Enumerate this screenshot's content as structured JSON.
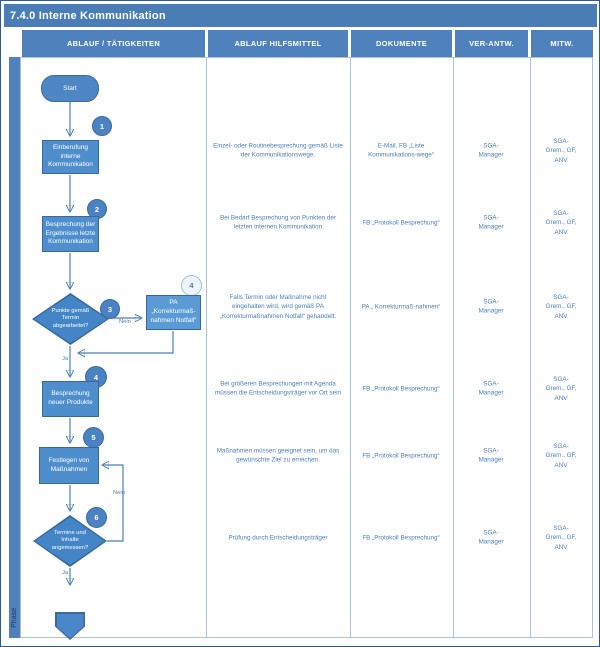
{
  "title": "7.4.0 Interne Kommunikation",
  "lane_label": "Phase",
  "colors": {
    "accent": "#4f81bd",
    "shape_fill": "#4f8ecd",
    "text_blue": "#4a7ebb"
  },
  "columns": [
    "ABLAUF / TÄTIGKEITEN",
    "ABLAUF HILFSMITTEL",
    "DOKUMENTE",
    "VER-ANTW.",
    "MITW."
  ],
  "flowchart": {
    "start": "Start",
    "labels": {
      "ja": "Ja",
      "nein": "Nein"
    },
    "nodes": {
      "step1": {
        "num": "1",
        "label": "Einberufung interne Kommunikation"
      },
      "step2": {
        "num": "2",
        "label": "Besprechung der Ergebnisse letzte Kommunikation"
      },
      "decision1": {
        "num": "3",
        "label": "Punkte gemäß Termin abgearbeitet?"
      },
      "pa_ref": {
        "num": "4",
        "label": "PA „Korrekturmaß-nahmen Notfall“"
      },
      "step4": {
        "num": "4",
        "label": "Besprechung neuer Produkte"
      },
      "step5": {
        "num": "5",
        "label": "Festlegen von Maßnahmen"
      },
      "decision2": {
        "num": "6",
        "label": "Termine und Inhalte angemessen?"
      }
    }
  },
  "rows": [
    {
      "hilfsmittel": "Einzel- oder Routinebesprechung gemäß Liste der Kommunikationswege.",
      "dokumente": "E-Mail, FB „Liste Kommunikations-wege“",
      "verantw": "SGA-Manager",
      "mitw": "SGA-Grem., GF, ANV"
    },
    {
      "hilfsmittel": "Bei Bedarf Besprechung von Punkten der letzten internen Kommunikation",
      "dokumente": "FB „Protokoll Besprechung“",
      "verantw": "SGA-Manager",
      "mitw": "SGA-Grem., GF, ANV"
    },
    {
      "hilfsmittel": "Falls Termin oder Maßnahme nicht eingehalten wird, wird gemäß PA „Korrekturmaßnahmen Notfall“ gehandelt.",
      "dokumente": "PA „ Korrekturmaß-nahmen“",
      "verantw": "SGA-Manager",
      "mitw": "SGA-Grem., GF, ANV"
    },
    {
      "hilfsmittel": "Bei größeren Besprechungen mit Agenda müssen die Entscheidungsträger vor Ort sein",
      "dokumente": "FB „Protokoll Besprechung“",
      "verantw": "SGA-Manager",
      "mitw": "SGA-Grem., GF, ANV"
    },
    {
      "hilfsmittel": "Maßnahmen müssen geeignet sein, um das gewünschte Ziel zu erreichen.",
      "dokumente": "FB „Protokoll Besprechung“",
      "verantw": "SGA-Manager",
      "mitw": "SGA-Grem., GF, ANV"
    },
    {
      "hilfsmittel": "Prüfung durch Entscheidungsträger",
      "dokumente": "FB „Protokoll Besprechung“",
      "verantw": "SGA-Manager",
      "mitw": "SGA-Grem., GF, ANV"
    }
  ]
}
